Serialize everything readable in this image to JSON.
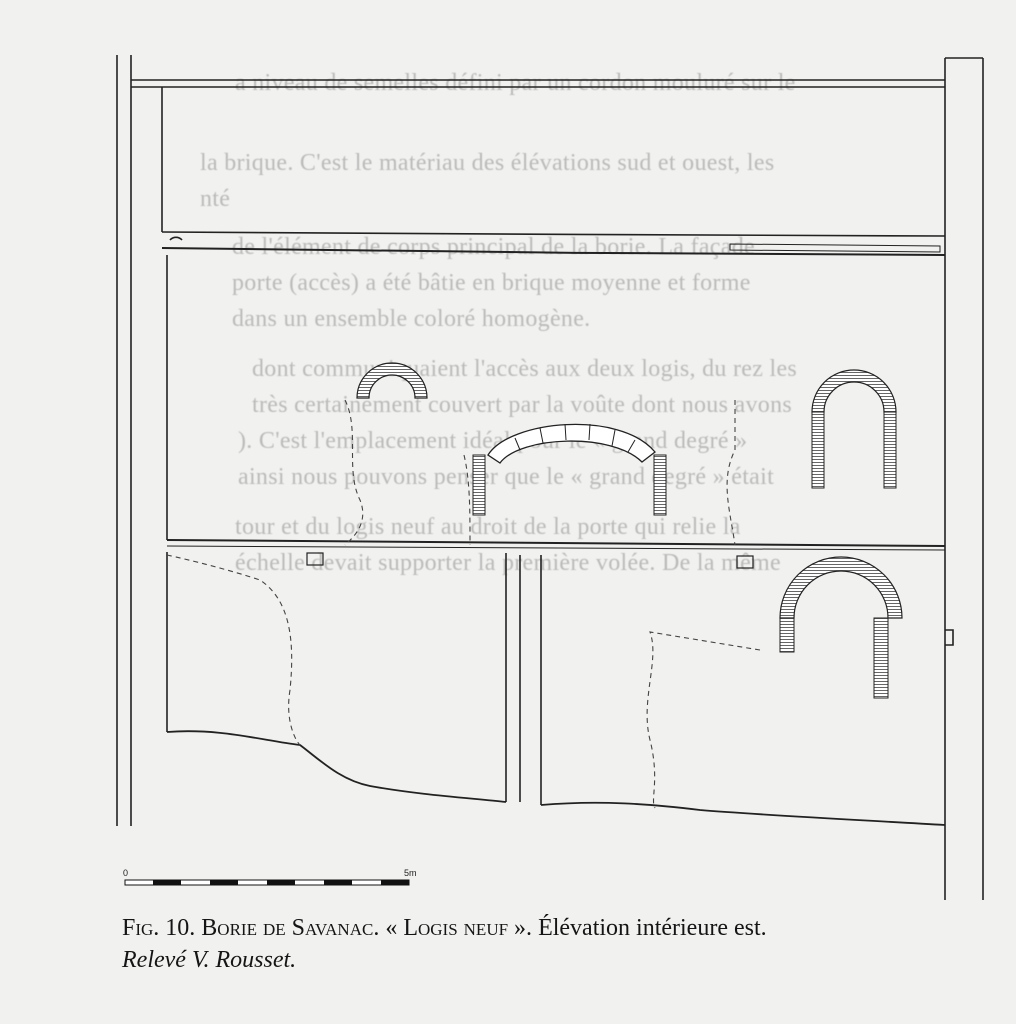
{
  "bleed_through": [
    "a niveau de semelles défini par un cordon mouluré sur le",
    "la brique. C'est le matériau des élévations sud et ouest, les",
    "nté",
    "de l'élément de corps principal de la borie. La façade",
    "porte (accès) a été bâtie en brique moyenne et forme",
    "dans un ensemble coloré homogène.",
    "dont communiquaient l'accès aux deux logis, du rez les",
    "très certainement couvert par la voûte dont nous avons",
    "). C'est l'emplacement idéal pour le « grand degré »",
    "ainsi nous pouvons penser que le « grand degré » était",
    "tour et du logis neuf au droit de la porte qui relie la",
    "échelle devait supporter la première volée. De la même"
  ],
  "scale": {
    "start": "0",
    "end": "5m"
  },
  "caption": {
    "fig_label": "Fig. 10.",
    "place": "Borie de Savanac.",
    "building": "« Logis neuf ».",
    "description": "Élévation intérieure est.",
    "credit": "Relevé V. Rousset."
  }
}
